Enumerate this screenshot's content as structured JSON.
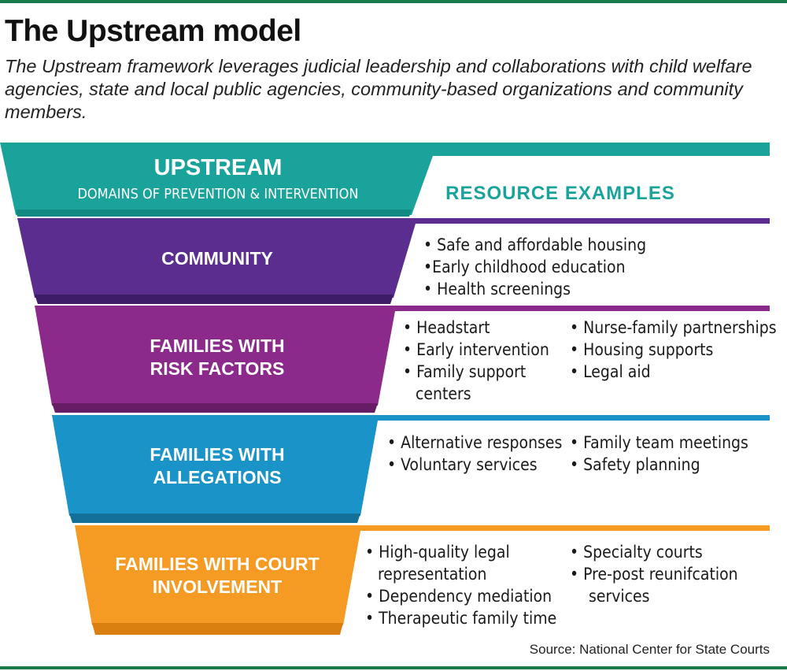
{
  "title": "The Upstream model",
  "subtitle": "The Upstream framework leverages judicial leadership and collaborations with child welfare agencies, state and local public agencies, community-based organizations and community members.",
  "header": {
    "title": "UPSTREAM",
    "subtitle": "DOMAINS OF PREVENTION & INTERVENTION",
    "resources_title": "RESOURCE EXAMPLES"
  },
  "levels": [
    {
      "label_lines": [
        "COMMUNITY"
      ],
      "color": "#5b2d8e",
      "resources_left": [
        "• Safe and affordable housing",
        "•Early childhood education",
        "•  Health screenings"
      ],
      "resources_right": []
    },
    {
      "label_lines": [
        "FAMILIES WITH",
        "RISK FACTORS"
      ],
      "color": "#8c2a8c",
      "resources_left": [
        "• Headstart",
        "• Early intervention",
        "• Family support",
        "centers"
      ],
      "resources_right": [
        "• Nurse-family partnerships",
        "• Housing supports",
        "• Legal aid"
      ]
    },
    {
      "label_lines": [
        "FAMILIES WITH",
        "ALLEGATIONS"
      ],
      "color": "#1a94c8",
      "resources_left": [
        "• Alternative responses",
        "• Voluntary services"
      ],
      "resources_right": [
        "• Family team meetings",
        "• Safety planning"
      ]
    },
    {
      "label_lines": [
        "FAMILIES WITH COURT",
        "INVOLVEMENT"
      ],
      "color": "#f59a23",
      "resources_left": [
        "• High-quality legal",
        "representation",
        "• Dependency mediation",
        "• Therapeutic family time"
      ],
      "resources_right": [
        "• Specialty courts",
        "• Pre-post reunifcation",
        "services"
      ]
    }
  ],
  "colors": {
    "header": "#1aa39a",
    "rule": "#1a7a4c"
  },
  "source": "Source: National Center for State Courts"
}
